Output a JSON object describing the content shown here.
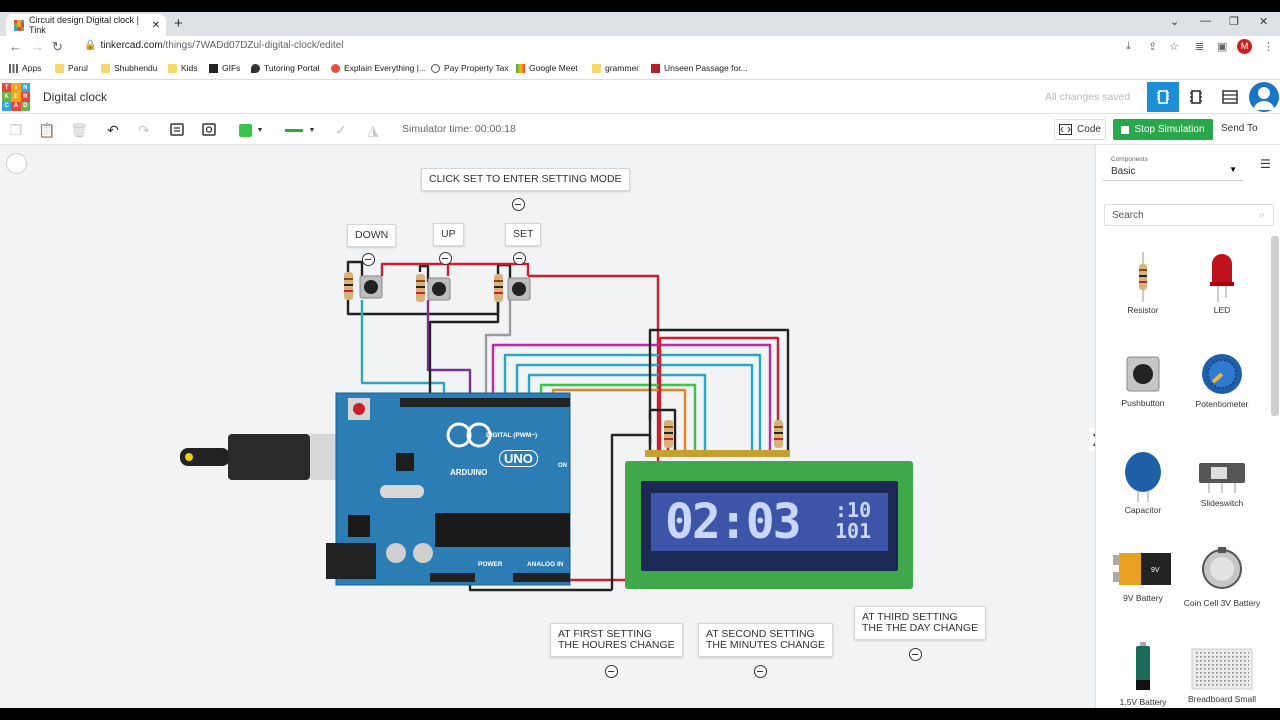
{
  "browser": {
    "tab_title": "Circuit design Digital clock | Tink",
    "url_host": "tinkercad.com",
    "url_path": "/things/7WADd07DZul-digital-clock/editel",
    "avatar_letter": "M",
    "bookmarks": [
      "Apps",
      "Parul",
      "Shubhendu",
      "Kids",
      "GIFs",
      "Tutoring Portal",
      "Explain Everything |...",
      "Pay Property Tax",
      "Google Meet",
      "grammer",
      "Unseen Passage for..."
    ]
  },
  "header": {
    "project_title": "Digital clock",
    "save_status": "All changes saved"
  },
  "toolbar": {
    "sim_time": "Simulator time: 00:00:18",
    "code_label": "Code",
    "stop_label": "Stop Simulation",
    "send_label": "Send To",
    "component_color": "#3bc44b"
  },
  "canvas": {
    "notes": {
      "set_hint": "CLICK SET TO ENTER SETTING MODE",
      "down": "DOWN",
      "up": "UP",
      "set": "SET",
      "first_1": "AT FIRST SETTING",
      "first_2": "THE HOURES CHANGE",
      "second_1": "AT SECOND SETTING",
      "second_2": "THE MINUTES CHANGE",
      "third_1": "AT THIRD SETTING",
      "third_2": "THE THE DAY CHANGE"
    },
    "arduino": {
      "brand": "ARDUINO",
      "model": "UNO",
      "digital": "DIGITAL (PWM~)",
      "power": "POWER",
      "analog": "ANALOG IN",
      "on": "ON"
    },
    "lcd": {
      "time": "02:03",
      "row1": ":10",
      "row2": "101"
    }
  },
  "sidebar": {
    "components_label": "Components",
    "components_value": "Basic",
    "search_placeholder": "Search",
    "items": [
      "Resistor",
      "LED",
      "Pushbutton",
      "Potentiometer",
      "Capacitor",
      "Slideswitch",
      "9V Battery",
      "Coin Cell 3V Battery",
      "1.5V Battery",
      "Breadboard Small"
    ]
  }
}
